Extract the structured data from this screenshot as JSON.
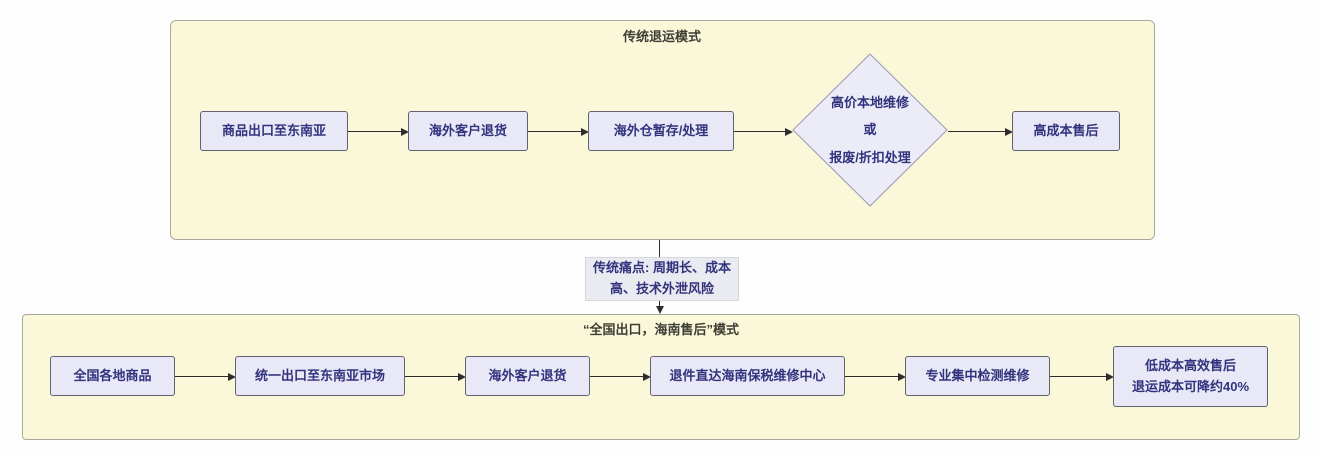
{
  "colors": {
    "section_bg": "#fbf8da",
    "node_bg": "#e8e8f6",
    "node_text": "#32327d",
    "arrow": "#2c2c2c"
  },
  "top_section": {
    "title": "传统退运模式",
    "nodes": [
      "商品出口至东南亚",
      "海外客户退货",
      "海外仓暂存/处理",
      "高成本售后"
    ],
    "decision": {
      "line1": "高价本地维修",
      "line2": "或",
      "line3": "报废/折扣处理"
    }
  },
  "connector": {
    "line1": "传统痛点: 周期长、成本",
    "line2": "高、技术外泄风险"
  },
  "bottom_section": {
    "title": "“全国出口，海南售后”模式",
    "nodes": [
      "全国各地商品",
      "统一出口至东南亚市场",
      "海外客户退货",
      "退件直达海南保税维修中心",
      "专业集中检测维修"
    ],
    "result": {
      "line1": "低成本高效售后",
      "line2": "退运成本可降约40%"
    }
  }
}
